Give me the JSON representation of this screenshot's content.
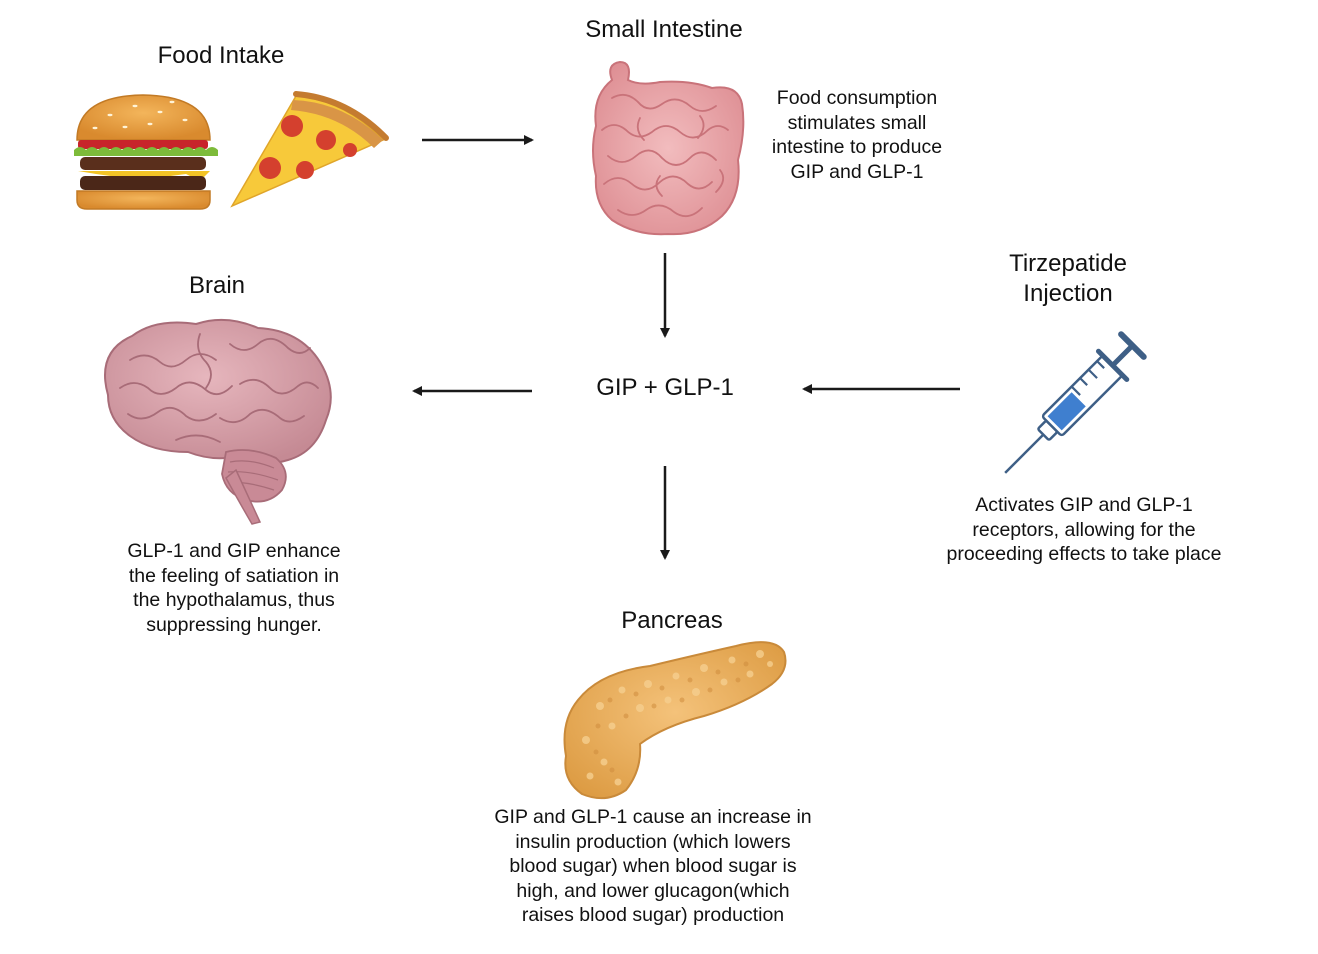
{
  "diagram": {
    "food": {
      "title": "Food Intake"
    },
    "intestine": {
      "title": "Small Intestine",
      "lines": [
        "Food consumption",
        "stimulates small",
        "intestine to produce",
        "GIP and GLP-1"
      ]
    },
    "brain": {
      "title": "Brain",
      "lines": [
        "GLP-1 and GIP enhance",
        "the feeling of satiation in",
        "the hypothalamus, thus",
        "suppressing hunger."
      ]
    },
    "hub": {
      "label": "GIP + GLP-1"
    },
    "tirzepatide": {
      "title_lines": [
        "Tirzepatide",
        "Injection"
      ],
      "lines": [
        "Activates GIP and GLP-1",
        "receptors, allowing for the",
        "proceeding effects to take place"
      ]
    },
    "pancreas": {
      "title": "Pancreas",
      "lines": [
        "GIP and GLP-1 cause an increase in",
        "insulin production (which lowers",
        "blood sugar) when blood sugar is",
        "high, and lower glucagon(which",
        "raises blood sugar) production"
      ]
    }
  },
  "colors": {
    "arrow": "#1a1a1a",
    "intestine": "#e8a3a6",
    "brain": "#d39ea6",
    "pancreas": "#e9ae5b",
    "syringe_fluid": "#3f7fcf",
    "syringe_body": "#3e5f86"
  },
  "icons": [
    "burger-icon",
    "pizza-slice-icon",
    "small-intestine-icon",
    "brain-icon",
    "syringe-icon",
    "pancreas-icon"
  ]
}
